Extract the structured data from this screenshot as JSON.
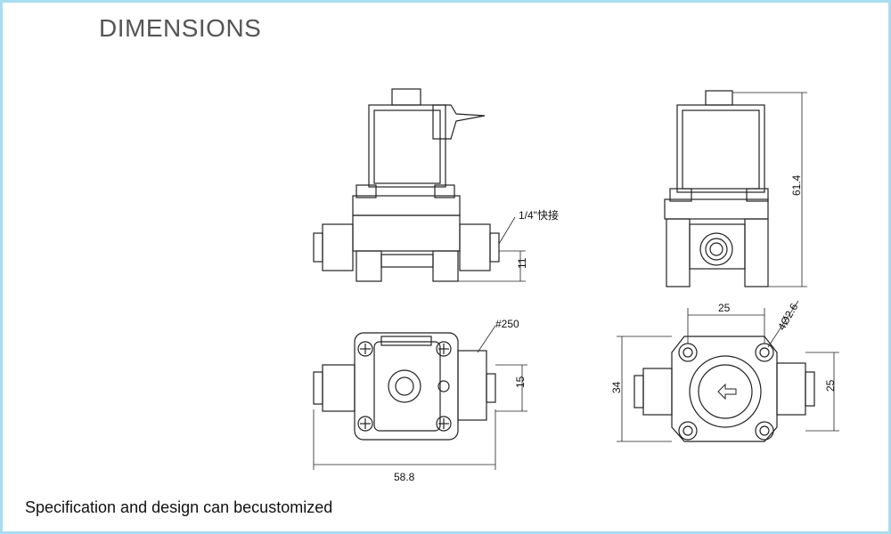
{
  "header": {
    "title": "DIMENSIONS"
  },
  "footer": {
    "note": "Specification and design can becustomized"
  },
  "labels": {
    "fitting": "1/4\"快接",
    "height_11": "11",
    "height_61_4": "61.4",
    "terminal": "#250",
    "width_15": "15",
    "width_58_8": "58.8",
    "span_25_top": "25",
    "holes": "4Ø2.6",
    "height_34": "34",
    "height_25": "25"
  },
  "colors": {
    "frame": "#a9dcef",
    "line": "#222222",
    "text": "#111111"
  },
  "icons": [
    "flow-arrow-icon",
    "screw-cross-icon"
  ]
}
